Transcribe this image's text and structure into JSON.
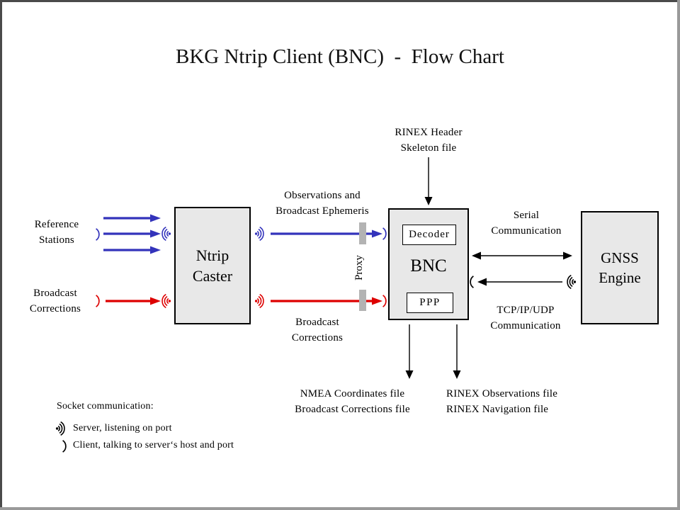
{
  "title": "BKG Ntrip Client (BNC)  -  Flow Chart",
  "colors": {
    "stream_blue": "#3333bb",
    "stream_red": "#dd0000",
    "node_fill": "#e8e8e8",
    "proxy_bar": "#b3b3b3",
    "frame_dark": "#4a4a4a",
    "frame_light": "#999999"
  },
  "nodes": {
    "ntrip_caster": {
      "line1": "Ntrip",
      "line2": "Caster"
    },
    "bnc": {
      "label": "BNC"
    },
    "decoder": {
      "label": "Decoder"
    },
    "ppp": {
      "label": "PPP"
    },
    "gnss_engine": {
      "line1": "GNSS",
      "line2": "Engine"
    }
  },
  "labels": {
    "reference_stations": {
      "line1": "Reference",
      "line2": "Stations"
    },
    "broadcast_corrections_input": {
      "line1": "Broadcast",
      "line2": "Corrections"
    },
    "observations_stream": {
      "line1": "Observations and",
      "line2": "Broadcast Ephemeris"
    },
    "broadcast_corrections_stream": {
      "line1": "Broadcast",
      "line2": "Corrections"
    },
    "rinex_header": {
      "line1": "RINEX Header",
      "line2": "Skeleton file"
    },
    "serial_comm": {
      "line1": "Serial",
      "line2": "Communication"
    },
    "tcp_comm": {
      "line1": "TCP/IP/UDP",
      "line2": "Communication"
    },
    "proxy": "Proxy",
    "nmea_outputs": {
      "line1": "NMEA Coordinates file",
      "line2": "Broadcast Corrections file"
    },
    "rinex_outputs": {
      "line1": "RINEX Observations file",
      "line2": "RINEX Navigation file"
    }
  },
  "legend": {
    "title": "Socket communication:",
    "server": "Server, listening  on port",
    "client": "Client, talking to server‘s host and port"
  },
  "icons": {
    "server_socket_icon": "·)))",
    "client_socket_icon": ")"
  }
}
